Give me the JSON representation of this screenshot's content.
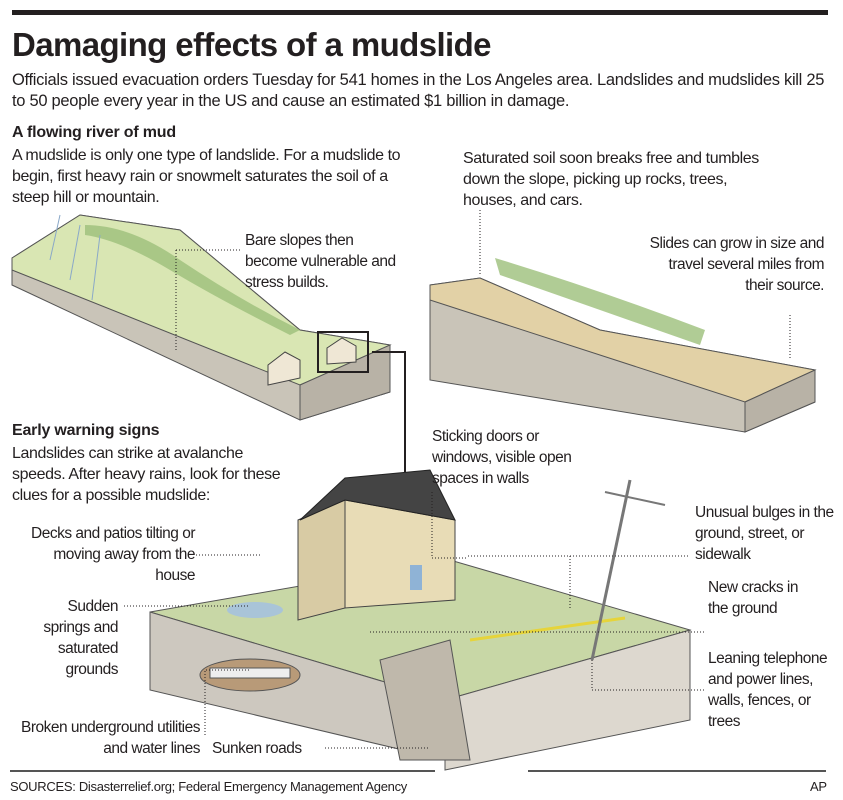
{
  "title": "Damaging effects of a mudslide",
  "intro": "Officials issued evacuation orders Tuesday for 541 homes in the Los Angeles area. Landslides and mudslides kill 25 to 50 people every year in the US and cause an estimated $1 billion in damage.",
  "section1": {
    "heading": "A flowing river of mud",
    "body": "A mudslide is only one type of landslide. For a mudslide to begin, first heavy rain or snowmelt saturates the soil of a steep hill or mountain.",
    "label_bare_slopes": "Bare slopes then become vulnerable and stress builds.",
    "label_saturated": "Saturated soil soon breaks free and tumbles down the slope, picking up rocks, trees, houses, and cars.",
    "label_slides_grow": "Slides can grow in size and travel several miles from their source."
  },
  "section2": {
    "heading": "Early warning signs",
    "body": "Landslides can strike at avalanche speeds. After heavy rains, look for these clues for a possible mudslide:",
    "labels": {
      "sticking_doors": "Sticking doors or windows, visible open spaces in walls",
      "decks": "Decks and patios tilting or moving away from the house",
      "springs": "Sudden springs and saturated grounds",
      "utilities": "Broken underground utilities and water lines",
      "sunken_roads": "Sunken roads",
      "bulges": "Unusual bulges in the ground, street, or sidewalk",
      "cracks": "New cracks in the ground",
      "leaning": "Leaning telephone and power lines, walls, fences, or trees"
    }
  },
  "footer": {
    "sources": "SOURCES: Disasterrelief.org; Federal Emergency Management Agency",
    "credit": "AP"
  }
}
